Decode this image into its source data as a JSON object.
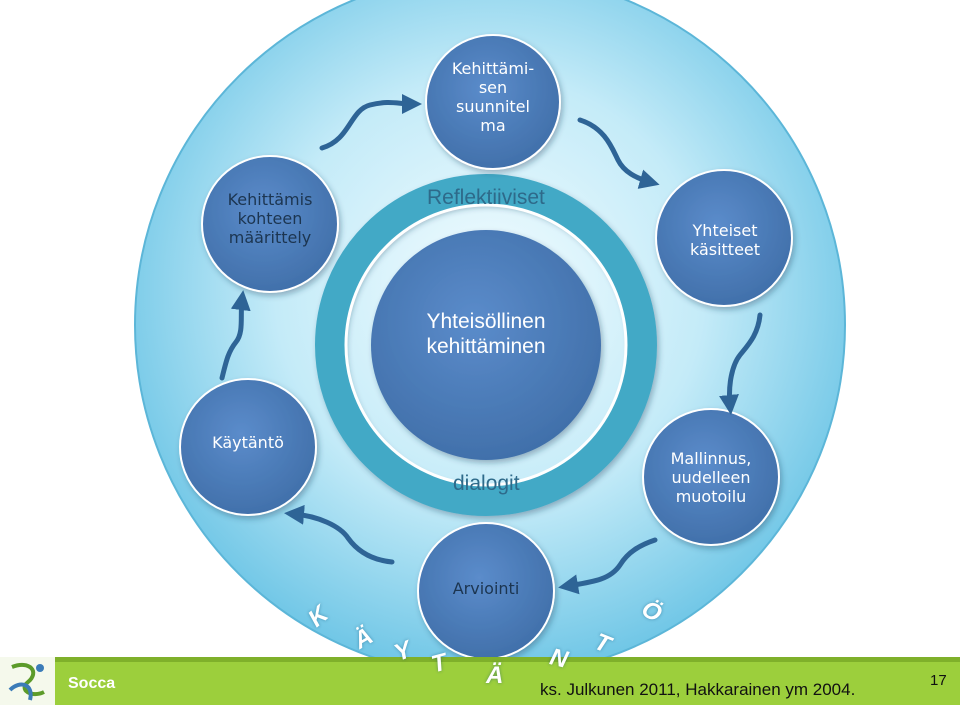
{
  "center": {
    "lines": [
      "Yhteisöllinen",
      "kehittäminen"
    ]
  },
  "ring": {
    "top_word": "Reflektiiviset",
    "bottom_word": "dialogit"
  },
  "nodes": {
    "top": {
      "lines": [
        "Kehittämi-",
        "sen",
        "suunnitel",
        "ma"
      ]
    },
    "upper_left": {
      "lines": [
        "Kehittämis",
        "kohteen",
        "määrittely"
      ]
    },
    "upper_right": {
      "lines": [
        "Yhteiset",
        "käsitteet"
      ]
    },
    "lower_left": {
      "lines": [
        "Käytäntö"
      ]
    },
    "lower_right": {
      "lines": [
        "Mallinnus,",
        "uudelleen",
        "muotoilu"
      ]
    },
    "bottom": {
      "lines": [
        "Arviointi"
      ]
    }
  },
  "arc_letters": [
    "K",
    "Ä",
    "Y",
    "T",
    "Ä",
    "N",
    "T",
    "Ö"
  ],
  "footer": {
    "brand": "Socca",
    "citation": "ks. Julkunen 2011, Hakkarainen ym 2004.",
    "page_number": "17"
  },
  "colors": {
    "big_circle": "#8fd6ef",
    "node_fill": "#4f7fbc",
    "ring": "#43a9c6",
    "arrow": "#2e6496",
    "footer_bar": "#9ccf3c"
  }
}
